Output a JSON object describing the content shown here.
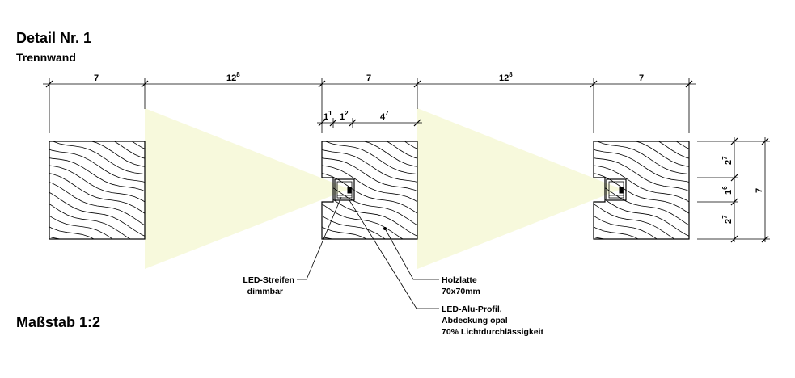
{
  "header": {
    "title": "Detail Nr. 1",
    "subtitle": "Trennwand"
  },
  "footer": {
    "scale_label": "Maßstab 1:2"
  },
  "dimensions": {
    "top": [
      {
        "base": "7",
        "sup": ""
      },
      {
        "base": "12",
        "sup": "8"
      },
      {
        "base": "7",
        "sup": ""
      },
      {
        "base": "12",
        "sup": "8"
      },
      {
        "base": "7",
        "sup": ""
      }
    ],
    "middle": [
      {
        "base": "1",
        "sup": "1"
      },
      {
        "base": "1",
        "sup": "2"
      },
      {
        "base": "4",
        "sup": "7"
      }
    ],
    "right": [
      {
        "base": "2",
        "sup": "7"
      },
      {
        "base": "1",
        "sup": "6"
      },
      {
        "base": "2",
        "sup": "7"
      }
    ],
    "right_total": "7"
  },
  "annotations": {
    "led_strip": [
      "LED-Streifen",
      "dimmbar"
    ],
    "wood_batten": [
      "Holzlatte",
      "70x70mm"
    ],
    "alu_profile": [
      "LED-Alu-Profil,",
      "Abdeckung opal",
      "70% Lichtdurchlässigkeit"
    ]
  },
  "colors": {
    "light_cone": "#f7f9dc",
    "line": "#000000"
  }
}
